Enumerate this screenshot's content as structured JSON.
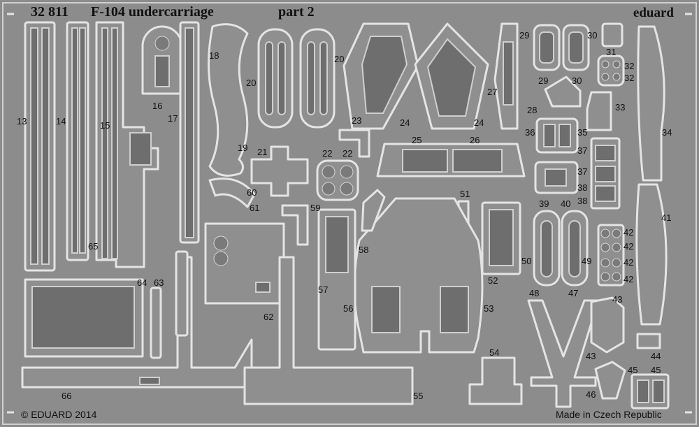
{
  "header": {
    "set_number": "32 811",
    "title": "F-104 undercarriage",
    "part": "part 2",
    "brand": "eduard"
  },
  "footer": {
    "copyright": "© EDUARD 2014",
    "origin": "Made in Czech Republic"
  },
  "labels": {
    "p13": "13",
    "p14": "14",
    "p15": "15",
    "p16": "16",
    "p17": "17",
    "p18": "18",
    "p19": "19",
    "p20a": "20",
    "p20b": "20",
    "p21": "21",
    "p22a": "22",
    "p22b": "22",
    "p23": "23",
    "p24a": "24",
    "p24b": "24",
    "p25": "25",
    "p26": "26",
    "p27": "27",
    "p28": "28",
    "p29a": "29",
    "p29b": "29",
    "p30a": "30",
    "p30b": "30",
    "p31": "31",
    "p32a": "32",
    "p32b": "32",
    "p33": "33",
    "p34": "34",
    "p35": "35",
    "p36": "36",
    "p37a": "37",
    "p37b": "37",
    "p38a": "38",
    "p38b": "38",
    "p39": "39",
    "p40": "40",
    "p41": "41",
    "p42a": "42",
    "p42b": "42",
    "p42c": "42",
    "p42d": "42",
    "p43a": "43",
    "p43b": "43",
    "p44": "44",
    "p45a": "45",
    "p45b": "45",
    "p46": "46",
    "p47": "47",
    "p48": "48",
    "p49": "49",
    "p50": "50",
    "p51": "51",
    "p52": "52",
    "p53": "53",
    "p54": "54",
    "p55": "55",
    "p56": "56",
    "p57": "57",
    "p58": "58",
    "p59": "59",
    "p60": "60",
    "p61": "61",
    "p62": "62",
    "p63": "63",
    "p64": "64",
    "p65": "65",
    "p66": "66"
  }
}
